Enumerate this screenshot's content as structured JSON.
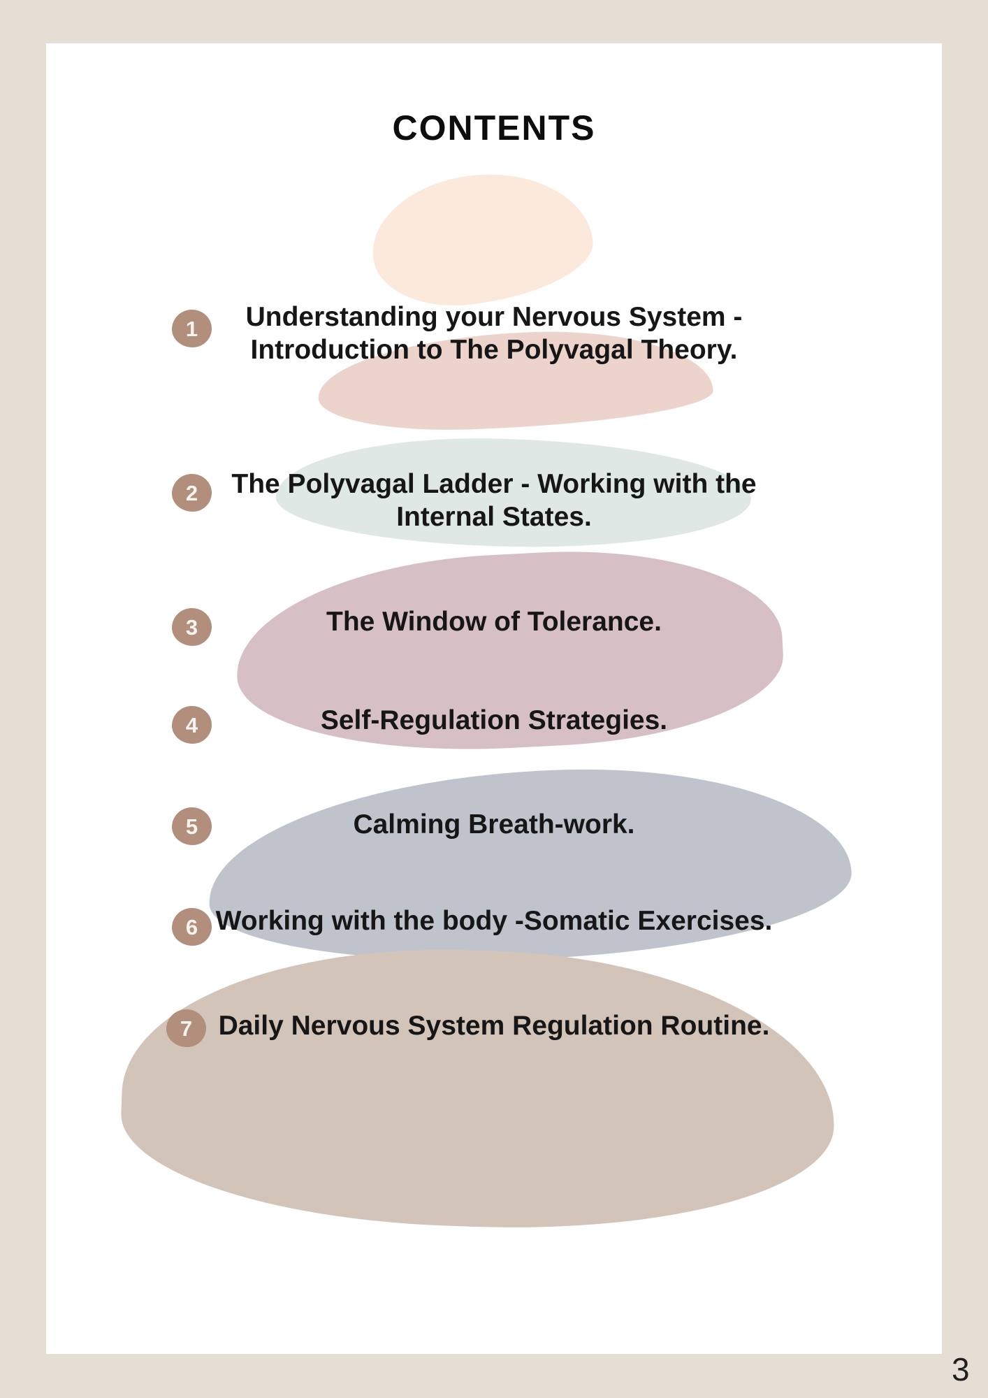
{
  "title": "CONTENTS",
  "page_number": "3",
  "items": [
    {
      "number": "1",
      "lines": [
        "Understanding your Nervous System -",
        "Introduction to The Polyvagal Theory."
      ]
    },
    {
      "number": "2",
      "lines": [
        "The Polyvagal Ladder - Working with the",
        "Internal States."
      ]
    },
    {
      "number": "3",
      "lines": [
        "The Window of Tolerance."
      ]
    },
    {
      "number": "4",
      "lines": [
        "Self-Regulation Strategies."
      ]
    },
    {
      "number": "5",
      "lines": [
        "Calming Breath-work."
      ]
    },
    {
      "number": "6",
      "lines": [
        "Working with the body -Somatic Exercises."
      ]
    },
    {
      "number": "7",
      "lines": [
        "Daily Nervous System Regulation Routine."
      ]
    }
  ],
  "colors": {
    "outer_border": "#e5ded4",
    "page_background": "#ffffff",
    "badge": "#b18f7c",
    "badge_text": "#f7f3ef",
    "text": "#161616",
    "blob_cream": "#fbe9dc",
    "blob_pink": "#ecd4cd",
    "blob_mint": "#dfe8e4",
    "blob_mauve": "#d7c0c5",
    "blob_bluegray": "#bfc4cc",
    "blob_taupe": "#d2c4b9"
  }
}
